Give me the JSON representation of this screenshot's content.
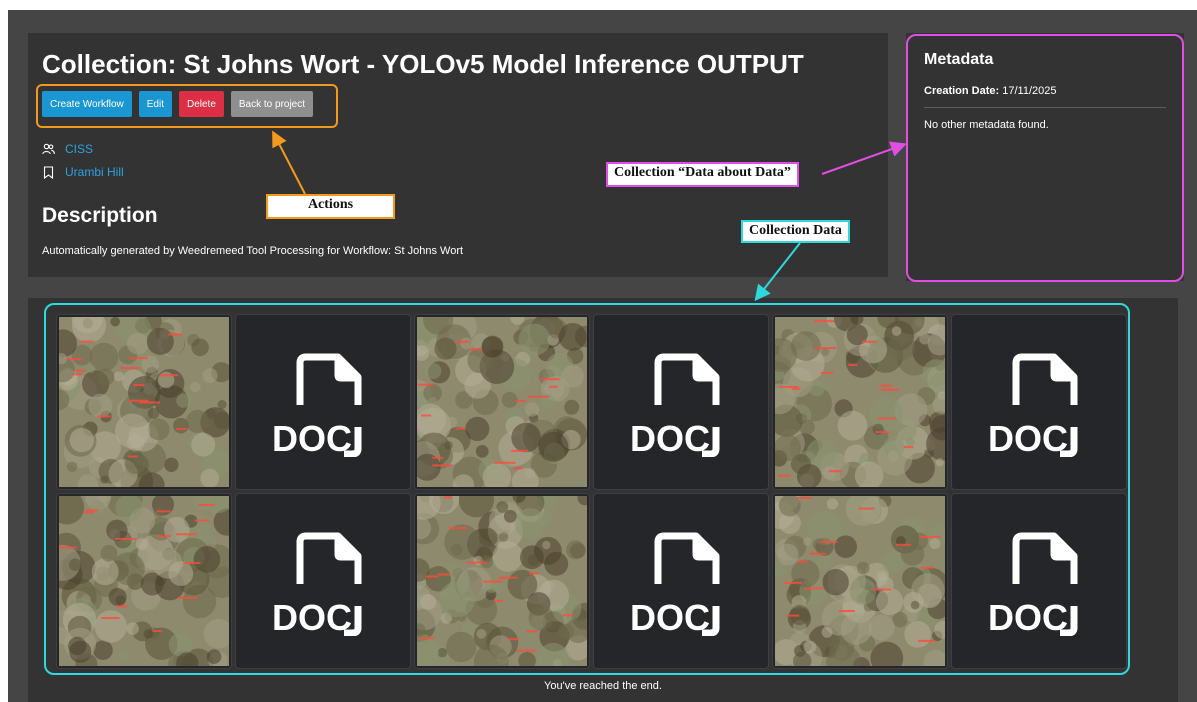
{
  "collection": {
    "title": "Collection: St Johns Wort - YOLOv5 Model Inference OUTPUT",
    "actions": {
      "create_workflow": "Create Workflow",
      "edit": "Edit",
      "delete": "Delete",
      "back_to_project": "Back to project"
    },
    "links": {
      "organization": "CISS",
      "organization_icon": "users-icon",
      "site": "Urambi Hill",
      "site_icon": "bookmark-icon"
    },
    "description_heading": "Description",
    "description_text": "Automatically generated by Weedremeed Tool Processing for Workflow: St Johns Wort"
  },
  "metadata": {
    "title": "Metadata",
    "creation_date_label": "Creation Date:",
    "creation_date_value": "17/11/2025",
    "empty_message": "No other metadata found."
  },
  "data_panel": {
    "items": [
      {
        "kind": "image"
      },
      {
        "kind": "doc",
        "label": "DOC"
      },
      {
        "kind": "image"
      },
      {
        "kind": "doc",
        "label": "DOC"
      },
      {
        "kind": "image"
      },
      {
        "kind": "doc",
        "label": "DOC"
      },
      {
        "kind": "image"
      },
      {
        "kind": "doc",
        "label": "DOC"
      },
      {
        "kind": "image"
      },
      {
        "kind": "doc",
        "label": "DOC"
      },
      {
        "kind": "image"
      },
      {
        "kind": "doc",
        "label": "DOC"
      }
    ],
    "end_message": "You've reached the end."
  },
  "annotations": {
    "actions": "Actions",
    "metadata": "Collection “Data about Data”",
    "collection_data": "Collection Data"
  },
  "colors": {
    "page_bg": "#454545",
    "card_bg": "#333333",
    "link": "#2da1e0",
    "primary": "#1a97d2",
    "danger": "#dc2f45",
    "secondary": "#8f8f8f",
    "actions_annotation": "#f29a1d",
    "metadata_annotation": "#e04fe3",
    "data_annotation": "#2fd8dc"
  }
}
